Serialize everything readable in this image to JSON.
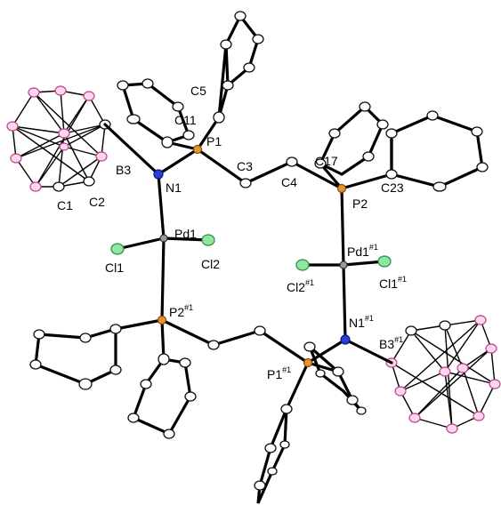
{
  "colors": {
    "carbon": "#ffffff",
    "boron": "#ffd6f0",
    "nitrogen": "#2a3fd6",
    "phosphorus": "#e8922a",
    "chlorine": "#8fe6a0",
    "palladium": "#9a9a9a",
    "bond": "#000000"
  },
  "labels": {
    "c5": "C5",
    "c11": "C11",
    "p1": "P1",
    "b3": "B3",
    "n1": "N1",
    "c1": "C1",
    "c2": "C2",
    "c3": "C3",
    "c4": "C4",
    "c17": "C17",
    "p2": "P2",
    "c23": "C23",
    "pd1": "Pd1",
    "cl1": "Cl1",
    "cl2": "Cl2",
    "pd1_sym": "Pd1",
    "cl2_sym": "Cl2",
    "cl1_sym": "Cl1",
    "p2_sym": "P2",
    "n1_sym": "N1",
    "b3_sym": "B3",
    "p1_sym": "P1"
  },
  "symmetry_mark": "#1"
}
